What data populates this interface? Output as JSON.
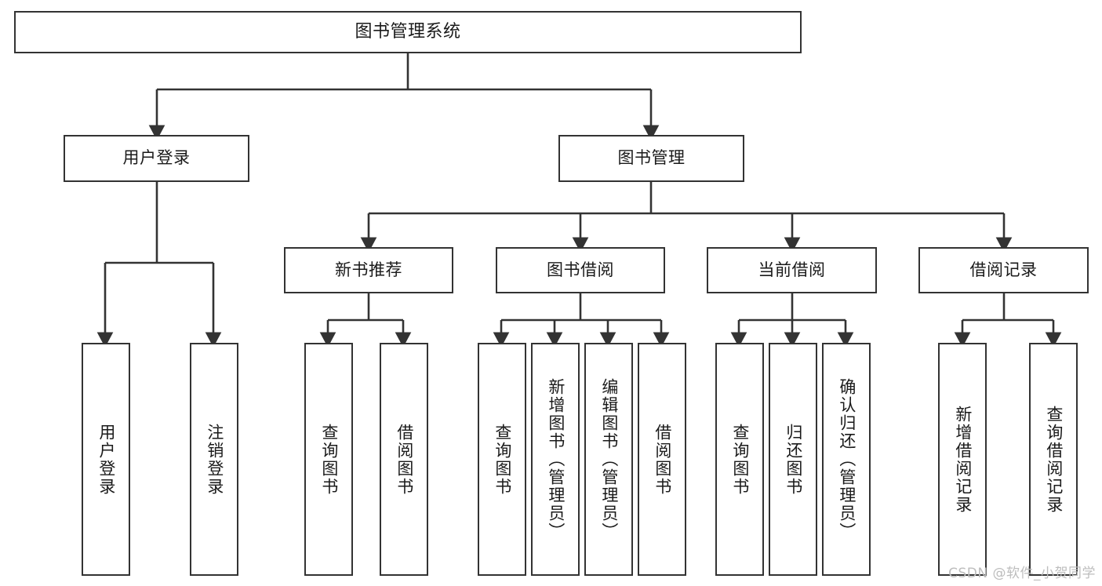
{
  "diagram": {
    "title": "图书管理系统",
    "type": "tree-hierarchy",
    "watermark": "CSDN @软件_小贺同学",
    "colors": {
      "background": "#ffffff",
      "box_border": "#333333",
      "box_fill": "#ffffff",
      "connector": "#333333",
      "watermark": "#bdbdbd"
    },
    "root": {
      "label": "图书管理系统"
    },
    "level2": [
      {
        "id": "user-login",
        "label": "用户登录"
      },
      {
        "id": "book-manage",
        "label": "图书管理"
      }
    ],
    "level3": [
      {
        "id": "new-book-recommend",
        "label": "新书推荐"
      },
      {
        "id": "book-borrow",
        "label": "图书借阅"
      },
      {
        "id": "current-borrow",
        "label": "当前借阅"
      },
      {
        "id": "borrow-record",
        "label": "借阅记录"
      }
    ],
    "leaves": {
      "user_login": [
        {
          "id": "leaf-user-login",
          "label": "用户登录"
        },
        {
          "id": "leaf-logout-login",
          "label": "注销登录"
        }
      ],
      "new_book_recommend": [
        {
          "id": "leaf-query-book-1",
          "label": "查询图书"
        },
        {
          "id": "leaf-borrow-book-1",
          "label": "借阅图书"
        }
      ],
      "book_borrow": [
        {
          "id": "leaf-query-book-2",
          "label": "查询图书"
        },
        {
          "id": "leaf-add-book",
          "label": "新增图书（管理员）"
        },
        {
          "id": "leaf-edit-book",
          "label": "编辑图书（管理员）"
        },
        {
          "id": "leaf-borrow-book-2",
          "label": "借阅图书"
        }
      ],
      "current_borrow": [
        {
          "id": "leaf-query-book-3",
          "label": "查询图书"
        },
        {
          "id": "leaf-return-book",
          "label": "归还图书"
        },
        {
          "id": "leaf-confirm-return",
          "label": "确认归还（管理员）"
        }
      ],
      "borrow_record": [
        {
          "id": "leaf-add-borrow-record",
          "label": "新增借阅记录"
        },
        {
          "id": "leaf-query-borrow-record",
          "label": "查询借阅记录"
        }
      ]
    }
  }
}
